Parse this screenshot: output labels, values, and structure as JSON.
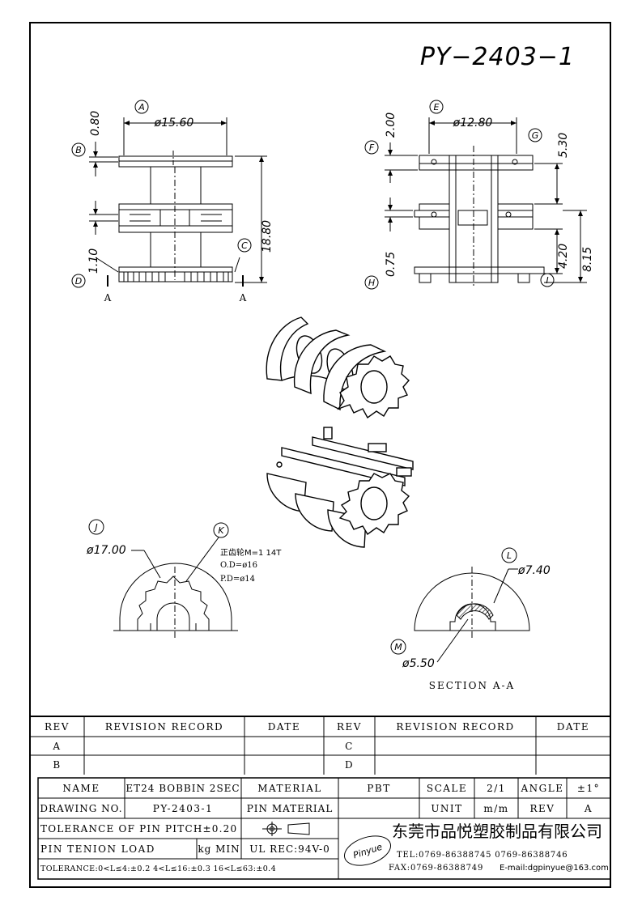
{
  "title": "PY−2403−1",
  "views": {
    "front": {
      "dims": {
        "width_a": "ø15.60",
        "flange_b": "0.80",
        "height_c": "18.80",
        "base_d": "1.10"
      },
      "labels": {
        "A": "A",
        "B": "B",
        "C": "C",
        "D": "D"
      },
      "section_marks": [
        "A",
        "A"
      ]
    },
    "side": {
      "dims": {
        "width_e": "ø12.80",
        "flange_f": "2.00",
        "g": "5.30",
        "h": "0.75",
        "i": "4.20",
        "total": "8.15"
      },
      "labels": {
        "E": "E",
        "F": "F",
        "G": "G",
        "H": "H",
        "I": "I"
      }
    },
    "gear": {
      "labels": {
        "J": "J",
        "K": "K"
      },
      "od_dim": "ø17.00",
      "note_line1": "正齿轮M=1  14T",
      "note_line2": "O.D=ø16",
      "note_line3": "P.D=ø14"
    },
    "section": {
      "labels": {
        "L": "L",
        "M": "M"
      },
      "outer_dim": "ø7.40",
      "inner_dim": "ø5.50",
      "caption": "SECTION  A-A"
    }
  },
  "revision_table": {
    "headers": [
      "REV",
      "REVISION RECORD",
      "DATE",
      "REV",
      "REVISION RECORD",
      "DATE"
    ],
    "rows": [
      [
        "A",
        "",
        "",
        "C",
        "",
        ""
      ],
      [
        "B",
        "",
        "",
        "D",
        "",
        ""
      ]
    ]
  },
  "title_block": {
    "name_label": "NAME",
    "name_value": "ET24 BOBBIN 2SEC",
    "material_label": "MATERIAL",
    "material_value": "PBT",
    "scale_label": "SCALE",
    "scale_value": "2/1",
    "angle_label": "ANGLE",
    "angle_value": "±1°",
    "drawing_no_label": "DRAWING NO.",
    "drawing_no_value": "PY-2403-1",
    "pin_material_label": "PIN MATERIAL",
    "pin_material_value": "",
    "unit_label": "UNIT",
    "unit_value": "m/m",
    "rev_label": "REV",
    "rev_value": "A",
    "tolerance_pin_pitch": "TOLERANCE OF PIN PITCH±0.20",
    "pin_tension_label": "PIN TENION LOAD",
    "pin_tension_unit": "kg MIN",
    "ul_rec": "UL REC:94V-0",
    "tolerance_line": "TOLERANCE:0<L≤4:±0.2  4<L≤16:±0.3  16<L≤63:±0.4",
    "logo_text": "Pinyue",
    "company_name": "东莞市品悦塑胶制品有限公司",
    "tel": "TEL:0769-86388745    0769-86388746",
    "fax": "FAX:0769-86388749",
    "email": "E-mail:dgpinyue@163.com"
  }
}
